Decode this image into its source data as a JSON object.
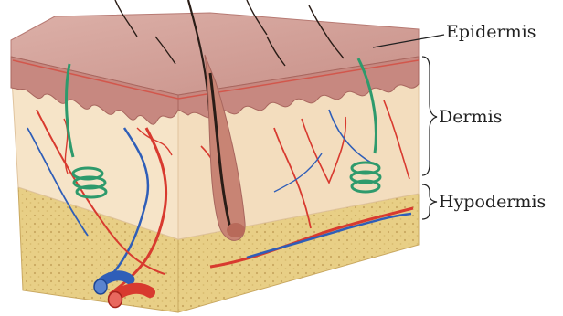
{
  "labels": {
    "epidermis": "Epidermis",
    "dermis": "Dermis",
    "hypodermis": "Hypodermis"
  },
  "colors": {
    "epidermis_surface": "#d4a19a",
    "epidermis_edge": "#b77a73",
    "dermis": "#f6e4c8",
    "hypodermis": "#e8cf86",
    "artery": "#d83a2f",
    "vein": "#2f5eb8",
    "sweat_gland": "#2e9a6c",
    "hair": "#2a1d17",
    "label_text": "#222222"
  },
  "icons": {
    "artery_vessel": "red-tube",
    "vein_vessel": "blue-tube",
    "sweat_gland": "green-coil",
    "hair": "hair-strand"
  }
}
